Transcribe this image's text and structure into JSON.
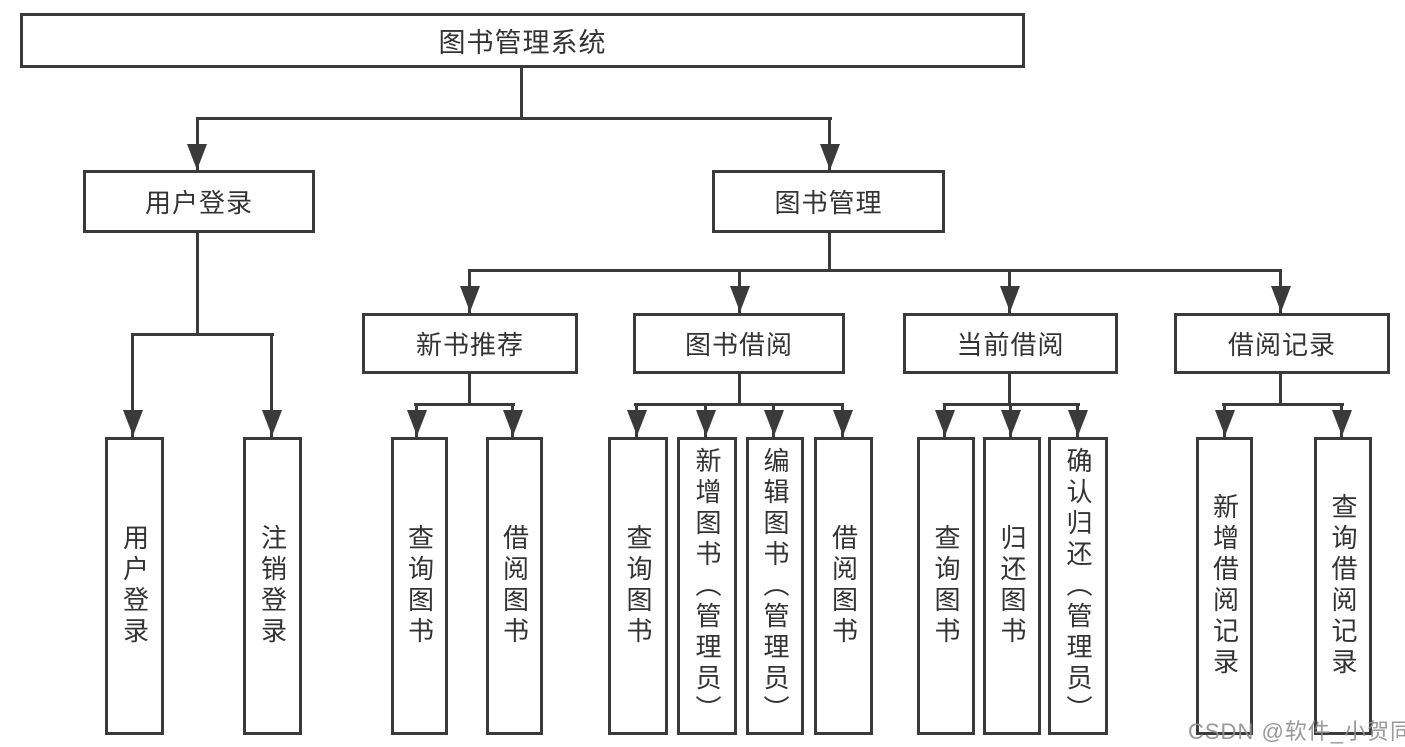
{
  "nodes": {
    "root": "图书管理系统",
    "user_login": "用户登录",
    "book_management": "图书管理",
    "new_book_recommend": "新书推荐",
    "book_borrow": "图书借阅",
    "current_borrow": "当前借阅",
    "borrow_records": "借阅记录",
    "leaf_user_login": "用户登录",
    "leaf_logout": "注销登录",
    "leaf_query_books_a": "查询图书",
    "leaf_borrow_books_a": "借阅图书",
    "leaf_query_books_b": "查询图书",
    "leaf_add_books_admin": "新增图书（管理员）",
    "leaf_edit_books_admin": "编辑图书（管理员）",
    "leaf_borrow_books_b": "借阅图书",
    "leaf_query_books_c": "查询图书",
    "leaf_return_books": "归还图书",
    "leaf_confirm_return_admin": "确认归还（管理员）",
    "leaf_add_borrow_record": "新增借阅记录",
    "leaf_query_borrow_record": "查询借阅记录"
  },
  "hierarchy": {
    "root": "图书管理系统",
    "children": [
      {
        "label": "用户登录",
        "children": [
          "用户登录",
          "注销登录"
        ]
      },
      {
        "label": "图书管理",
        "children": [
          {
            "label": "新书推荐",
            "children": [
              "查询图书",
              "借阅图书"
            ]
          },
          {
            "label": "图书借阅",
            "children": [
              "查询图书",
              "新增图书（管理员）",
              "编辑图书（管理员）",
              "借阅图书"
            ]
          },
          {
            "label": "当前借阅",
            "children": [
              "查询图书",
              "归还图书",
              "确认归还（管理员）"
            ]
          },
          {
            "label": "借阅记录",
            "children": [
              "新增借阅记录",
              "查询借阅记录"
            ]
          }
        ]
      }
    ]
  },
  "watermark": "CSDN @软件_小贺同学",
  "colors": {
    "line": "#3a3a3a",
    "text": "#333333",
    "box_background": "#ffffff",
    "page_background": "#ffffff",
    "watermark": "#8f8f8f"
  }
}
